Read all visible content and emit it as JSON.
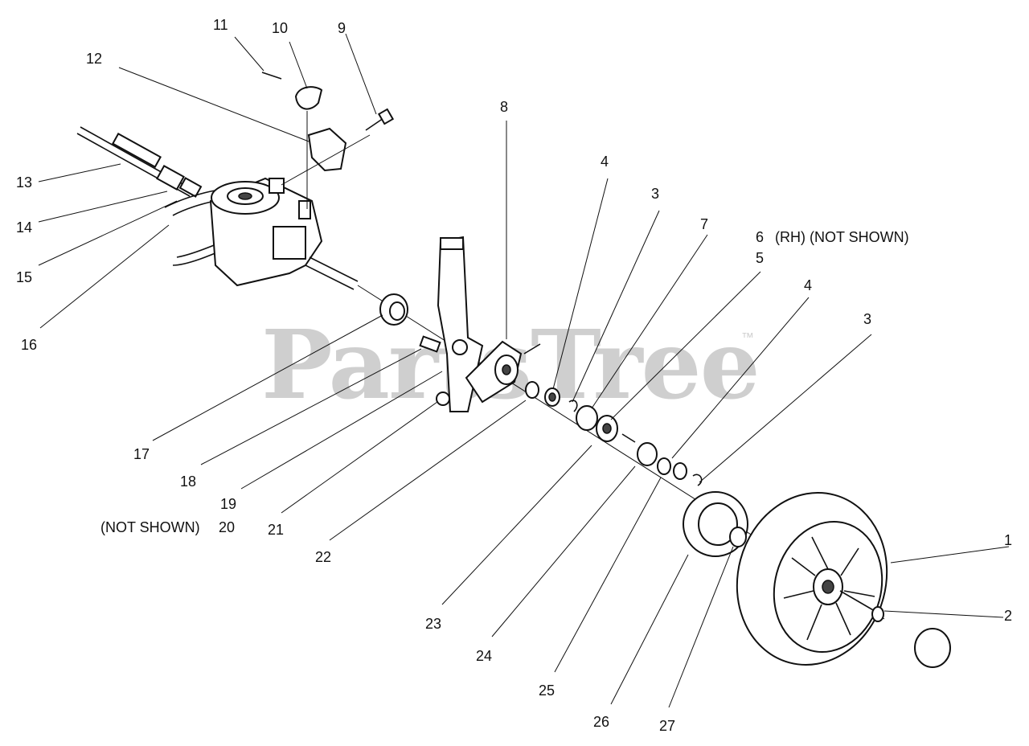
{
  "watermark": {
    "text": "PartsTree",
    "trademark": "™"
  },
  "callouts": [
    {
      "id": "c1",
      "text": "1"
    },
    {
      "id": "c2",
      "text": "2"
    },
    {
      "id": "c3a",
      "text": "3"
    },
    {
      "id": "c3b",
      "text": "3"
    },
    {
      "id": "c4a",
      "text": "4"
    },
    {
      "id": "c4b",
      "text": "4"
    },
    {
      "id": "c5",
      "text": "5"
    },
    {
      "id": "c6",
      "text": "6"
    },
    {
      "id": "c6note",
      "text": "(RH) (NOT SHOWN)"
    },
    {
      "id": "c7",
      "text": "7"
    },
    {
      "id": "c8",
      "text": "8"
    },
    {
      "id": "c9",
      "text": "9"
    },
    {
      "id": "c10",
      "text": "10"
    },
    {
      "id": "c11",
      "text": "11"
    },
    {
      "id": "c12",
      "text": "12"
    },
    {
      "id": "c13",
      "text": "13"
    },
    {
      "id": "c14",
      "text": "14"
    },
    {
      "id": "c15",
      "text": "15"
    },
    {
      "id": "c16",
      "text": "16"
    },
    {
      "id": "c17",
      "text": "17"
    },
    {
      "id": "c18",
      "text": "18"
    },
    {
      "id": "c19",
      "text": "19"
    },
    {
      "id": "c20note",
      "text": "(NOT SHOWN)"
    },
    {
      "id": "c20",
      "text": "20"
    },
    {
      "id": "c21",
      "text": "21"
    },
    {
      "id": "c22",
      "text": "22"
    },
    {
      "id": "c23",
      "text": "23"
    },
    {
      "id": "c24",
      "text": "24"
    },
    {
      "id": "c25",
      "text": "25"
    },
    {
      "id": "c26",
      "text": "26"
    },
    {
      "id": "c27",
      "text": "27"
    }
  ]
}
